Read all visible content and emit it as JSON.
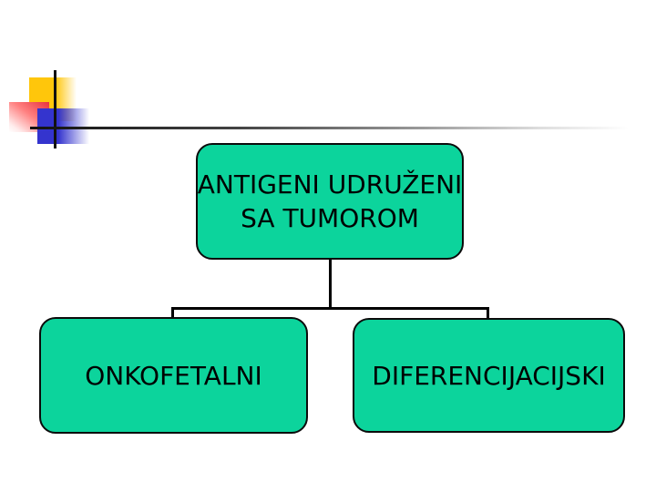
{
  "slide": {
    "background_color": "#ffffff"
  },
  "decoration": {
    "yellow_square_color": "#ffc60b",
    "red_square_color": "#e8323e",
    "blue_square_color": "#3434ce",
    "line_color": "#111111"
  },
  "diagram": {
    "box_fill_color": "#0cd49c",
    "box_border_color": "#0b0b0b",
    "connector_color": "#000000",
    "root": {
      "line1": "ANTIGENI UDRUŽENI",
      "line2": "SA TUMOROM"
    },
    "children": [
      {
        "label": "ONKOFETALNI"
      },
      {
        "label": "DIFERENCIJACIJSKI"
      }
    ]
  }
}
